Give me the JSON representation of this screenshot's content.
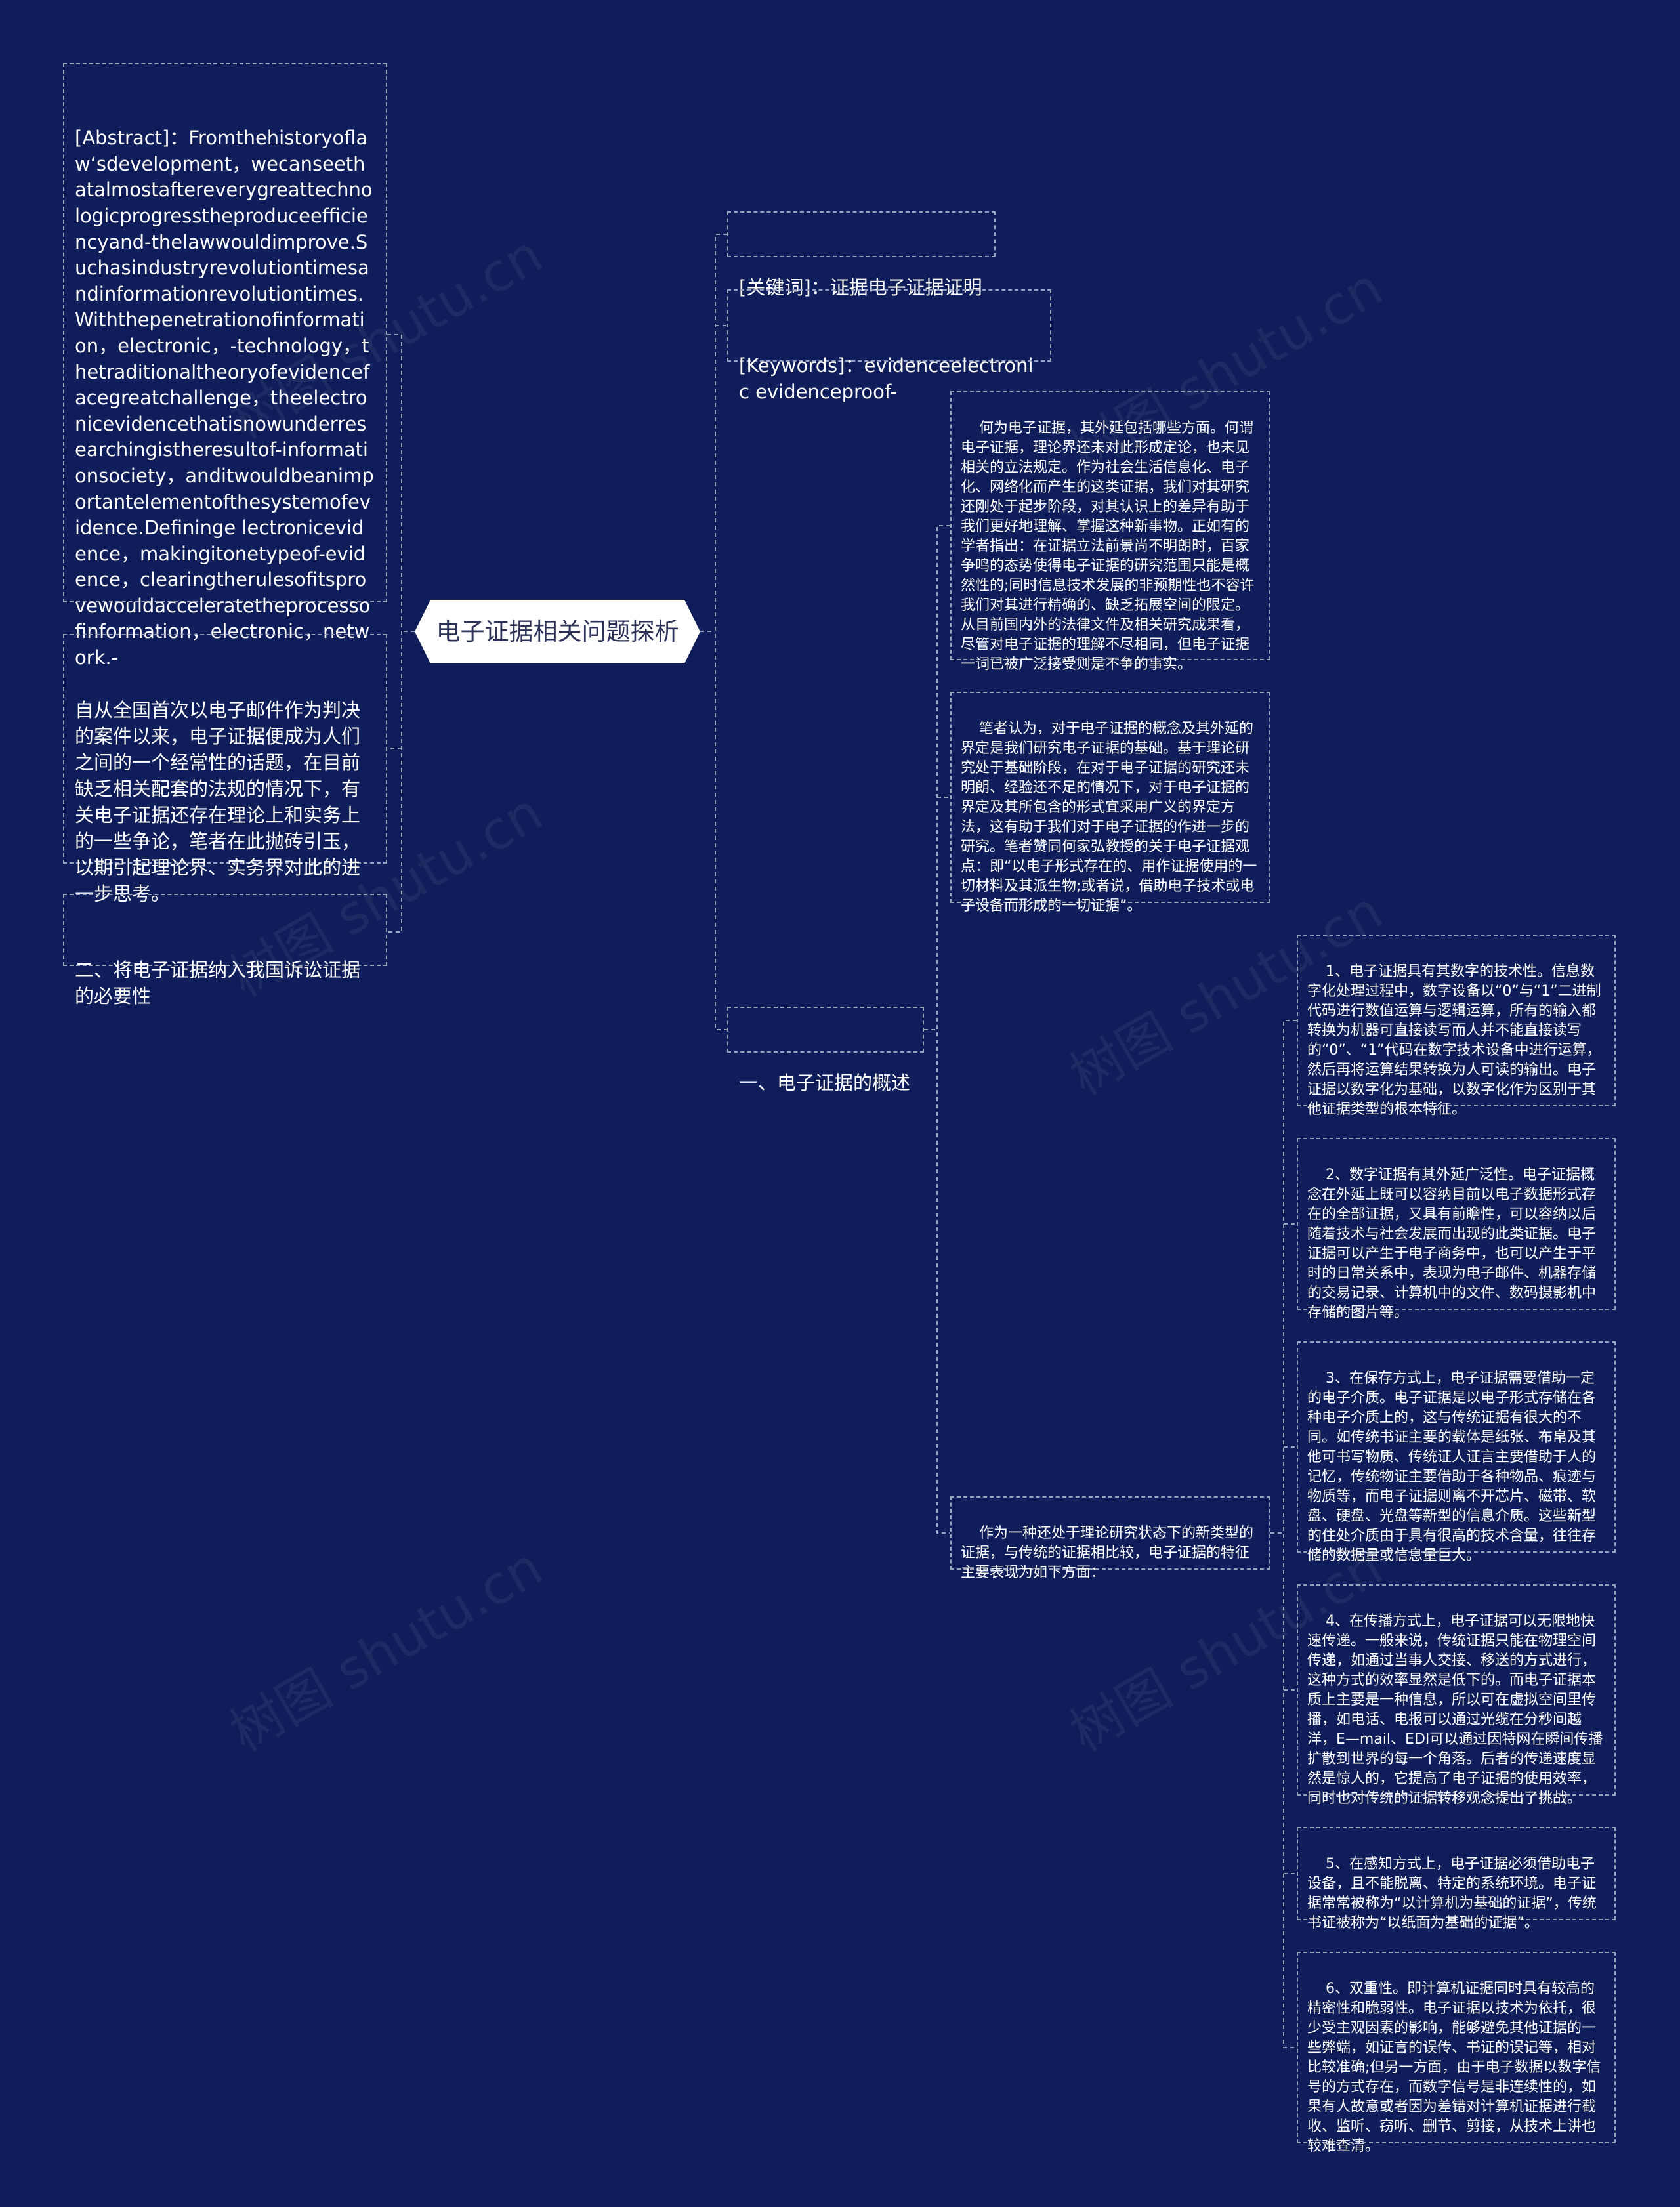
{
  "root": "电子证据相关问题探析",
  "left_nodes": [
    {
      "id": "abstract",
      "text": "[Abstract]：Fromthehistoryoflaw‘sdevelopment，wecanseethatalmostaftereverygreattechnologicprogresstheproduceefficiencyand-thelawwouldimprove.Suchasindustryrevolutiontimesandinformationrevolutiontimes.Withthepenetrationofinformation，electronic，-technology，thetraditionaltheoryofevidencefacegreatchallenge，theelectronicevidencethatisnowunderresearchingistheresultof-informationsociety，anditwouldbeanimportantelementofthesystemofevidence.Defininge lectronicevidence，makingitonetypeof-evidence，clearingtherulesofitsprovewouldacceleratetheprocessofinformation，electronic，network.-"
    },
    {
      "id": "intro",
      "text": "自从全国首次以电子邮件作为判决的案件以来，电子证据便成为人们之间的一个经常性的话题，在目前缺乏相关配套的法规的情况下，有关电子证据还存在理论上和实务上的一些争论，笔者在此抛砖引玉，以期引起理论界、实务界对此的进一步思考。"
    },
    {
      "id": "section2",
      "text": "二、将电子证据纳入我国诉讼证据的必要性"
    }
  ],
  "right_nodes": [
    {
      "id": "keywords_cn",
      "text": "[关键词]：证据电子证据证明"
    },
    {
      "id": "keywords_en",
      "text": "[Keywords]：evidenceelectronic evidenceproof-"
    },
    {
      "id": "section1",
      "text": "一、电子证据的概述"
    }
  ],
  "section1_children": [
    {
      "id": "what",
      "text": "何为电子证据，其外延包括哪些方面。何谓电子证据，理论界还未对此形成定论，也未见相关的立法规定。作为社会生活信息化、电子化、网络化而产生的这类证据，我们对其研究还刚处于起步阶段，对其认识上的差异有助于我们更好地理解、掌握这种新事物。正如有的学者指出：在证据立法前景尚不明朗时，百家争鸣的态势使得电子证据的研究范围只能是概然性的;同时信息技术发展的非预期性也不容许我们对其进行精确的、缺乏拓展空间的限定。从目前国内外的法律文件及相关研究成果看，尽管对电子证据的理解不尽相同，但电子证据一词已被广泛接受则是不争的事实。"
    },
    {
      "id": "author",
      "text": "笔者认为，对于电子证据的概念及其外延的界定是我们研究电子证据的基础。基于理论研究处于基础阶段，在对于电子证据的研究还未明朗、经验还不足的情况下，对于电子证据的界定及其所包含的形式宜采用广义的界定方法，这有助于我们对于电子证据的作进一步的研究。笔者赞同何家弘教授的关于电子证据观点：即“以电子形式存在的、用作证据使用的一切材料及其派生物;或者说，借助电子技术或电子设备而形成的一切证据”。"
    },
    {
      "id": "features",
      "text": "作为一种还处于理论研究状态下的新类型的证据，与传统的证据相比较，电子证据的特征主要表现为如下方面："
    }
  ],
  "feature_items": [
    {
      "id": "f1",
      "text": "1、电子证据具有其数字的技术性。信息数字化处理过程中，数字设备以“0”与“1”二进制代码进行数值运算与逻辑运算，所有的输入都转换为机器可直接读写而人并不能直接读写的“0”、“1”代码在数字技术设备中进行运算，然后再将运算结果转换为人可读的输出。电子证据以数字化为基础，以数字化作为区别于其他证据类型的根本特征。"
    },
    {
      "id": "f2",
      "text": "2、数字证据有其外延广泛性。电子证据概念在外延上既可以容纳目前以电子数据形式存在的全部证据，又具有前瞻性，可以容纳以后随着技术与社会发展而出现的此类证据。电子证据可以产生于电子商务中，也可以产生于平时的日常关系中，表现为电子邮件、机器存储的交易记录、计算机中的文件、数码摄影机中存储的图片等。"
    },
    {
      "id": "f3",
      "text": "3、在保存方式上，电子证据需要借助一定的电子介质。电子证据是以电子形式存储在各种电子介质上的，这与传统证据有很大的不同。如传统书证主要的载体是纸张、布帛及其他可书写物质、传统证人证言主要借助于人的记忆，传统物证主要借助于各种物品、痕迹与物质等，而电子证据则离不开芯片、磁带、软盘、硬盘、光盘等新型的信息介质。这些新型的住处介质由于具有很高的技术含量，往往存储的数据量或信息量巨大。"
    },
    {
      "id": "f4",
      "text": "4、在传播方式上，电子证据可以无限地快速传递。一般来说，传统证据只能在物理空间传递，如通过当事人交接、移送的方式进行，这种方式的效率显然是低下的。而电子证据本质上主要是一种信息，所以可在虚拟空间里传播，如电话、电报可以通过光缆在分秒间越洋，E—mail、EDI可以通过因特网在瞬间传播扩散到世界的每一个角落。后者的传递速度显然是惊人的，它提高了电子证据的使用效率，同时也对传统的证据转移观念提出了挑战。"
    },
    {
      "id": "f5",
      "text": "5、在感知方式上，电子证据必须借助电子设备，且不能脱离、特定的系统环境。电子证据常常被称为“以计算机为基础的证据”，传统书证被称为“以纸面为基础的证据”。"
    },
    {
      "id": "f6",
      "text": "6、双重性。即计算机证据同时具有较高的精密性和脆弱性。电子证据以技术为依托，很少受主观因素的影响，能够避免其他证据的一些弊端，如证言的误传、书证的误记等，相对比较准确;但另一方面，由于电子数据以数字信号的方式存在，而数字信号是非连续性的，如果有人故意或者因为差错对计算机证据进行截收、监听、窃听、删节、剪接，从技术上讲也较难查清。"
    }
  ],
  "watermark": "树图 shutu.cn",
  "colors": {
    "background": "#0f1e5a",
    "line": "#9aa3bd",
    "root_fill": "#ffffff",
    "root_text": "#2b3157",
    "text": "#ffffff"
  }
}
